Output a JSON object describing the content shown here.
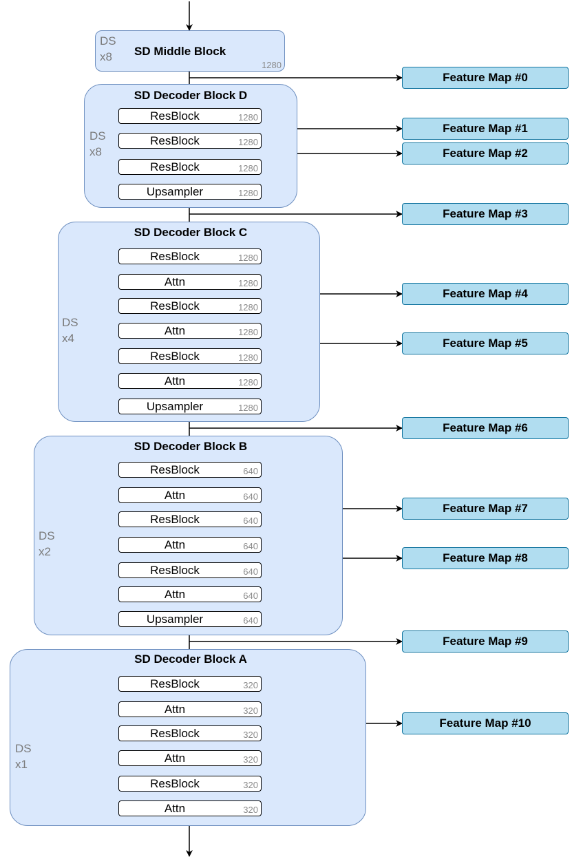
{
  "middle_block": {
    "title": "SD Middle Block",
    "ds_line1": "DS",
    "ds_line2": "x8",
    "dim": "1280"
  },
  "decoder_blocks": [
    {
      "title": "SD Decoder Block D",
      "ds_line1": "DS",
      "ds_line2": "x8",
      "layers": [
        {
          "name": "ResBlock",
          "dim": "1280"
        },
        {
          "name": "ResBlock",
          "dim": "1280"
        },
        {
          "name": "ResBlock",
          "dim": "1280"
        },
        {
          "name": "Upsampler",
          "dim": "1280"
        }
      ]
    },
    {
      "title": "SD Decoder Block C",
      "ds_line1": "DS",
      "ds_line2": "x4",
      "layers": [
        {
          "name": "ResBlock",
          "dim": "1280"
        },
        {
          "name": "Attn",
          "dim": "1280"
        },
        {
          "name": "ResBlock",
          "dim": "1280"
        },
        {
          "name": "Attn",
          "dim": "1280"
        },
        {
          "name": "ResBlock",
          "dim": "1280"
        },
        {
          "name": "Attn",
          "dim": "1280"
        },
        {
          "name": "Upsampler",
          "dim": "1280"
        }
      ]
    },
    {
      "title": "SD Decoder Block B",
      "ds_line1": "DS",
      "ds_line2": "x2",
      "layers": [
        {
          "name": "ResBlock",
          "dim": "640"
        },
        {
          "name": "Attn",
          "dim": "640"
        },
        {
          "name": "ResBlock",
          "dim": "640"
        },
        {
          "name": "Attn",
          "dim": "640"
        },
        {
          "name": "ResBlock",
          "dim": "640"
        },
        {
          "name": "Attn",
          "dim": "640"
        },
        {
          "name": "Upsampler",
          "dim": "640"
        }
      ]
    },
    {
      "title": "SD Decoder Block A",
      "ds_line1": "DS",
      "ds_line2": "x1",
      "layers": [
        {
          "name": "ResBlock",
          "dim": "320"
        },
        {
          "name": "Attn",
          "dim": "320"
        },
        {
          "name": "ResBlock",
          "dim": "320"
        },
        {
          "name": "Attn",
          "dim": "320"
        },
        {
          "name": "ResBlock",
          "dim": "320"
        },
        {
          "name": "Attn",
          "dim": "320"
        }
      ]
    }
  ],
  "feature_maps": [
    "Feature Map #0",
    "Feature Map #1",
    "Feature Map #2",
    "Feature Map #3",
    "Feature Map #4",
    "Feature Map #5",
    "Feature Map #6",
    "Feature Map #7",
    "Feature Map #8",
    "Feature Map #9",
    "Feature Map #10"
  ],
  "colors": {
    "container_fill": "#dae8fc",
    "container_stroke": "#6c8ebf",
    "feature_fill": "#b1ddf0",
    "feature_stroke": "#10739e"
  }
}
